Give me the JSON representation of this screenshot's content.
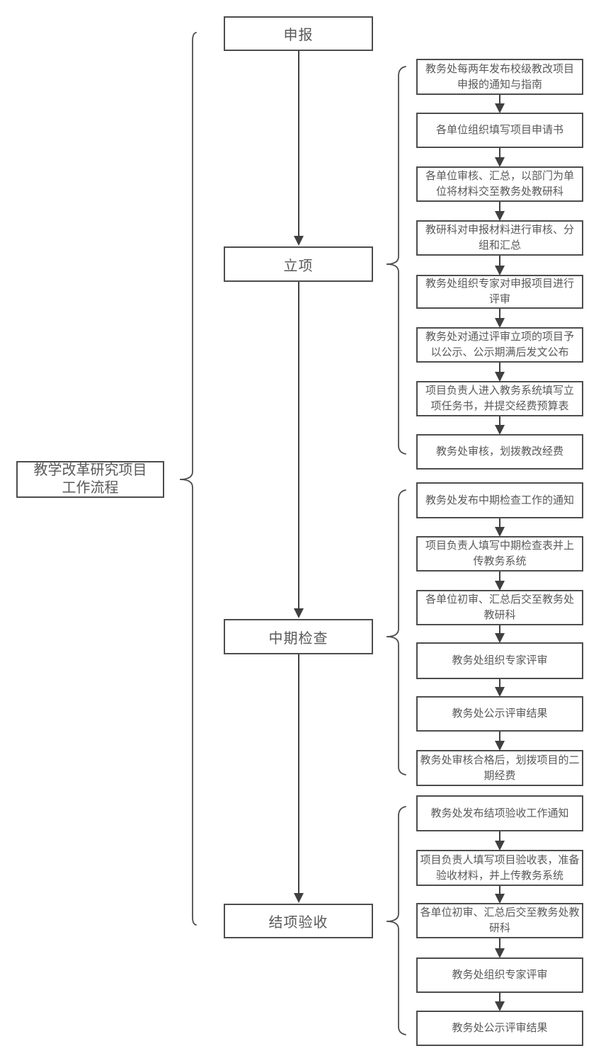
{
  "title": "教学改革研究项目\n工作流程",
  "stages": [
    {
      "label": "申报",
      "steps": []
    },
    {
      "label": "立项",
      "steps": [
        "教务处每两年发布校级教改项目\n申报的通知与指南",
        "各单位组织填写项目申请书",
        "各单位审核、汇总，以部门为单\n位将材料交至教务处教研科",
        "教研科对申报材料进行审核、分\n组和汇总",
        "教务处组织专家对申报项目进行\n评审",
        "教务处对通过评审立项的项目予\n以公示、公示期满后发文公布",
        "项目负责人进入教务系统填写立\n项任务书，并提交经费预算表",
        "教务处审核，划拨教改经费"
      ]
    },
    {
      "label": "中期检查",
      "steps": [
        "教务处发布中期检查工作的通知",
        "项目负责人填写中期检查表并上\n传教务系统",
        "各单位初审、汇总后交至教务处\n教研科",
        "教务处组织专家评审",
        "教务处公示评审结果",
        "教务处审核合格后，划拨项目的二\n期经费"
      ]
    },
    {
      "label": "结项验收",
      "steps": [
        "教务处发布结项验收工作通知",
        "项目负责人填写项目验收表，准备\n验收材料，并上传教务系统",
        "各单位初审、汇总后交至教务处教\n研科",
        "教务处组织专家评审",
        "教务处公示评审结果"
      ]
    }
  ],
  "colors": {
    "border": "#4d4d4d",
    "text": "#595959",
    "line": "#404040",
    "background": "#ffffff"
  }
}
